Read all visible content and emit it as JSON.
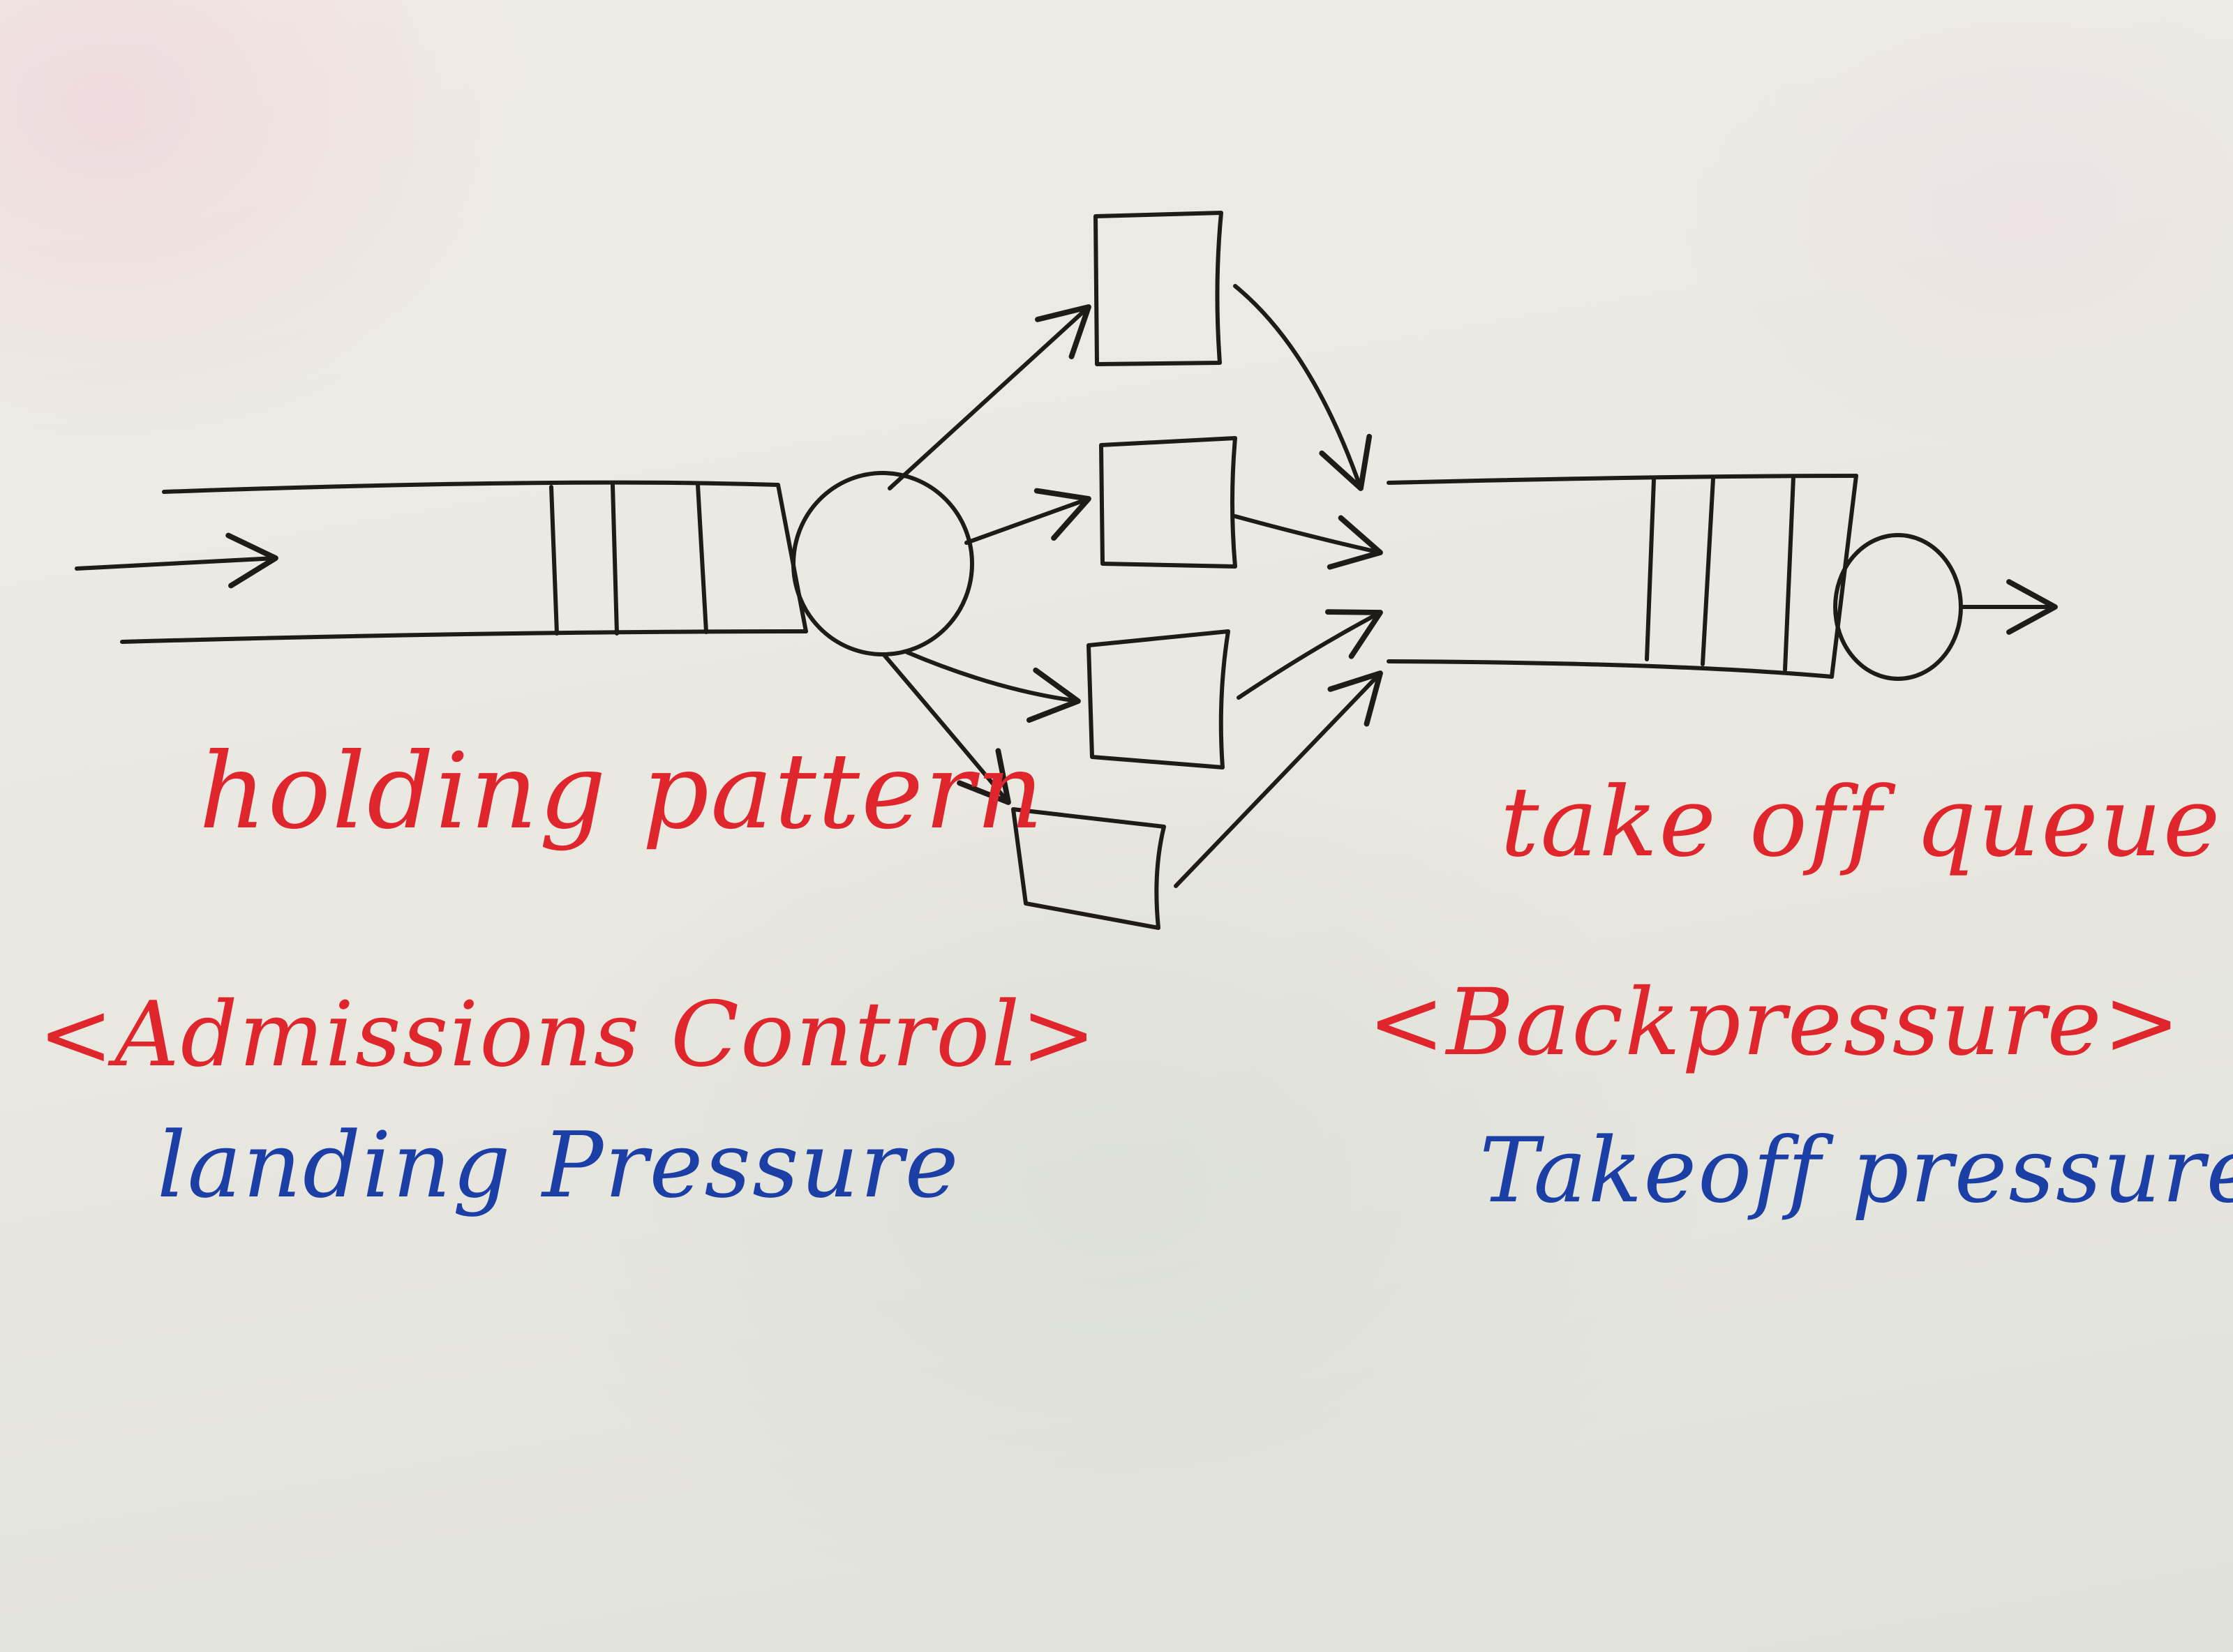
{
  "labels": {
    "holding_pattern": "holding pattern",
    "admissions_control": "<Admissions Control>",
    "landing_pressure": "landing Pressure",
    "take_off_queue": "take off queue",
    "backpressure": "<Backpressure>",
    "takeoff_pressure": "Takeoff pressure"
  },
  "colors": {
    "ink": "#1f1b18",
    "red_marker": "#e0262d",
    "blue_marker": "#1c3fa6",
    "board": "#ecebe5"
  }
}
